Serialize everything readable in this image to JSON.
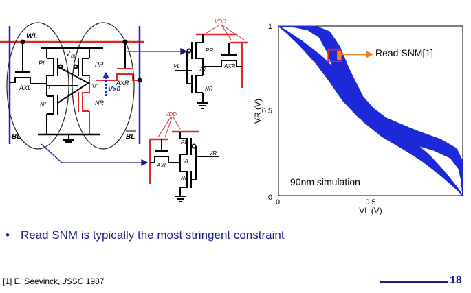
{
  "slide": {
    "bullet_marker": "•",
    "bullet_text": "Read SNM is typically the most stringent constraint",
    "citation_prefix": "[1] E. Seevinck, ",
    "citation_journal": "JSSC",
    "citation_year": " 1987",
    "slide_number": "18"
  },
  "circuit": {
    "wl": "WL",
    "vdd": "V",
    "vdd_sub": "DD",
    "pl": "PL",
    "pr": "PR",
    "axl": "AXL",
    "axr": "AXR",
    "nl": "NL",
    "nr": "NR",
    "node_left": "\"1\"",
    "node_right": "\"0\"",
    "v_label": "V>0",
    "bl": "BL",
    "blb": "BL"
  },
  "half_right": {
    "vdd": "VDD",
    "pr": "PR",
    "vr": "VR",
    "vl": "VL",
    "axr": "AXR",
    "nr": "NR"
  },
  "half_left": {
    "vdd": "VDD",
    "pl": "PL",
    "vl": "VL",
    "vr": "VR",
    "axl": "AXL",
    "nl": "NL"
  },
  "colors": {
    "curve": "#1f2bd8",
    "accent_red": "#e0262b",
    "bitline_blue": "#2020c0",
    "snm_box": "#f08020"
  },
  "chart_data": {
    "type": "line",
    "xlabel": "VL (V)",
    "ylabel": "VR (V)",
    "xlim": [
      0,
      1
    ],
    "ylim": [
      0,
      1
    ],
    "x_ticks": [
      "0",
      "0.5"
    ],
    "y_ticks": [
      "0",
      "0.5",
      "1"
    ],
    "annotation": "Read SNM[1]",
    "inset_label": "90nm simulation",
    "curve_family": {
      "description_points": [
        [
          0.0,
          1.0
        ],
        [
          0.1,
          1.0
        ],
        [
          0.18,
          0.99
        ],
        [
          0.25,
          0.95
        ],
        [
          0.3,
          0.86
        ],
        [
          0.35,
          0.72
        ],
        [
          0.42,
          0.56
        ],
        [
          0.5,
          0.46
        ],
        [
          0.6,
          0.37
        ],
        [
          0.7,
          0.3
        ],
        [
          0.8,
          0.22
        ],
        [
          0.9,
          0.12
        ],
        [
          0.97,
          0.04
        ],
        [
          1.0,
          0.0
        ]
      ],
      "count": 60
    },
    "snm_box": {
      "x": [
        0.27,
        0.34
      ],
      "y": [
        0.79,
        0.86
      ]
    }
  }
}
